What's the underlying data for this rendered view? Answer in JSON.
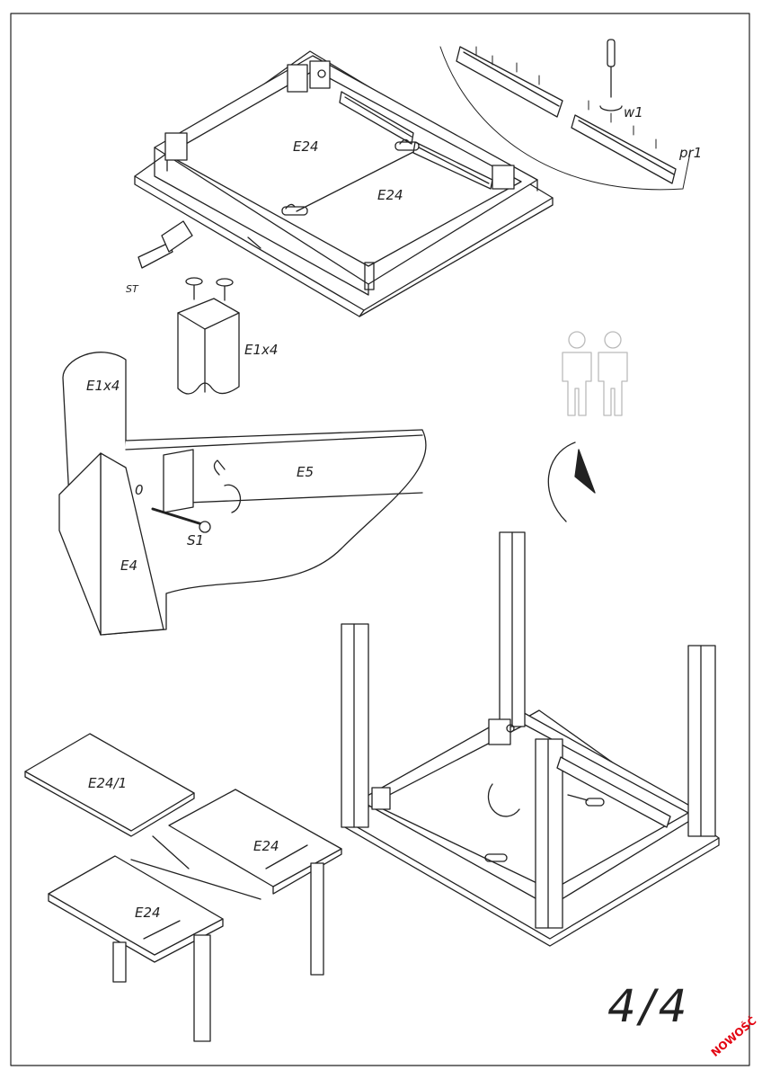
{
  "labels": {
    "e24_top_a": "E24",
    "e24_top_b": "E24",
    "w1": "w1",
    "pr1": "pr1",
    "st": "ST",
    "e1x4_peg": "E1x4",
    "e1x4_leg": "E1x4",
    "o": "0",
    "e5": "E5",
    "s1": "S1",
    "e4": "E4",
    "e24_1": "E24/1",
    "e24_right": "E24",
    "e24_left": "E24"
  },
  "page_number": "4/4",
  "badge": "NOWOŚĆ",
  "colors": {
    "line": "#222222",
    "badge": "#e30613",
    "people": "#bbbbbb"
  }
}
